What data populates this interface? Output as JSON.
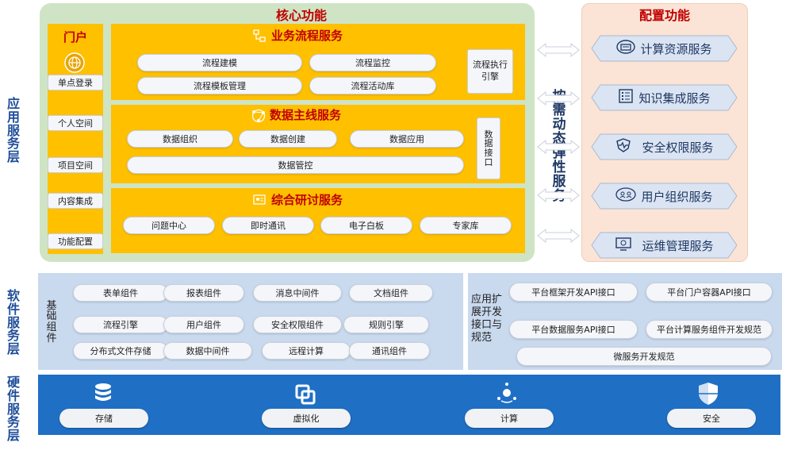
{
  "left_labels": {
    "app_layer": [
      "应",
      "用",
      "服",
      "务",
      "层"
    ],
    "soft_layer": [
      "软",
      "件",
      "服",
      "务",
      "层"
    ],
    "hard_layer": [
      "硬",
      "件",
      "服",
      "务",
      "层"
    ]
  },
  "core": {
    "title": "核心功能",
    "portal": {
      "title": "门户",
      "items": [
        "单点登录",
        "个人空间",
        "项目空间",
        "内容集成",
        "功能配置"
      ]
    },
    "bpm": {
      "title": "业务流程服务",
      "items": [
        "流程建模",
        "流程监控",
        "流程模板管理",
        "流程活动库"
      ],
      "engine": "流程执行引擎"
    },
    "databus": {
      "title": "数据主线服务",
      "items": [
        "数据组织",
        "数据创建",
        "数据应用",
        "数据管控"
      ],
      "interface": [
        "数",
        "据",
        "接",
        "口"
      ]
    },
    "research": {
      "title": "综合研讨服务",
      "items": [
        "问题中心",
        "即时通讯",
        "电子白板",
        "专家库"
      ]
    }
  },
  "elastic": [
    "按",
    "需",
    "动",
    "态",
    "弹",
    "性",
    "服",
    "务"
  ],
  "config": {
    "title": "配置功能",
    "items": [
      {
        "label": "计算资源服务",
        "icon": "server-icon"
      },
      {
        "label": "知识集成服务",
        "icon": "document-list-icon"
      },
      {
        "label": "安全权限服务",
        "icon": "shield-pulse-icon"
      },
      {
        "label": "用户组织服务",
        "icon": "user-group-icon"
      },
      {
        "label": "运维管理服务",
        "icon": "monitor-icon"
      }
    ]
  },
  "basic": {
    "title": [
      "基",
      "础",
      "组",
      "件"
    ],
    "items": [
      "表单组件",
      "报表组件",
      "消息中间件",
      "文档组件",
      "流程引擎",
      "用户组件",
      "安全权限组件",
      "规则引擎",
      "分布式文件存储",
      "数据中间件",
      "远程计算",
      "通讯组件"
    ]
  },
  "ext": {
    "title": [
      "应用扩",
      "展开发",
      "接口与",
      "规范"
    ],
    "items": [
      "平台框架开发API接口",
      "平台门户容器API接口",
      "平台数据服务API接口",
      "平台计算服务组件开发规范",
      "微服务开发规范"
    ]
  },
  "hardware": {
    "items": [
      {
        "label": "存储",
        "icon": "database-icon"
      },
      {
        "label": "虚拟化",
        "icon": "virtualization-icon"
      },
      {
        "label": "计算",
        "icon": "compute-icon"
      },
      {
        "label": "安全",
        "icon": "security-shield-icon"
      }
    ]
  },
  "colors": {
    "core_bg": "#cfe4c4",
    "panel": "#ffc000",
    "title_red": "#c00000",
    "config_bg": "#fbe4d5",
    "layer_bg": "#c9d9ee",
    "hardware_bg": "#1f6fc5",
    "label_blue": "#1f4e9a"
  }
}
